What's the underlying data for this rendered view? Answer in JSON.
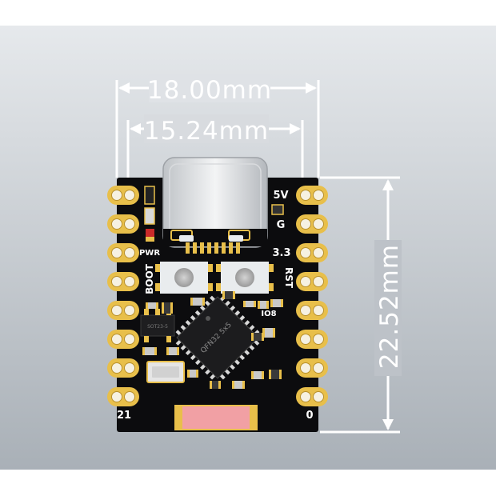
{
  "dimensions": {
    "outer_width": "18.00mm",
    "pin_spacing": "15.24mm",
    "board_height": "22.52mm"
  },
  "silkscreen": {
    "left_top": "PWR",
    "boot_label": "BOOT",
    "right_5v": "5V",
    "right_g": "G",
    "right_33": "3.3",
    "rst_label": "RST",
    "io8_label": "IO8",
    "bottom_left": "21",
    "bottom_right": "0"
  },
  "chips": {
    "main_chip_marking": "QFN32 5x5",
    "regulator_marking": "SOT23-5"
  },
  "colors": {
    "background_top": "#e6e9ec",
    "background_bottom": "#a9b0b7",
    "pcb": "#0c0c0e",
    "pad_gold": "#e8bf4a",
    "dimension_line": "#ffffff",
    "antenna": "#f1a0a4"
  },
  "icons": {
    "usb_connector": "usb-c-port-icon",
    "buttons": "tactile-button-icon"
  }
}
